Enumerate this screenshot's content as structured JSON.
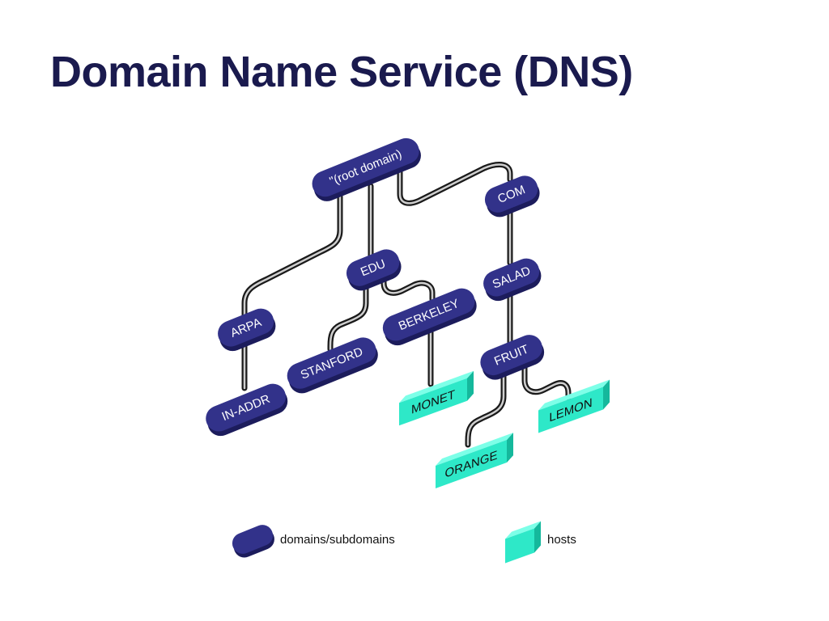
{
  "title": "Domain Name Service (DNS)",
  "colors": {
    "title": "#1a1a4e",
    "domain_fill": "#32328a",
    "domain_side": "#1c1c5c",
    "host_top": "#7dffe8",
    "host_front": "#2ee8c8",
    "host_side": "#15b89c",
    "link_outer": "#1a1a1a",
    "link_inner": "#cfcfcf"
  },
  "tree": {
    "root": "\"(root domain)",
    "arpa": "ARPA",
    "in_addr": "IN-ADDR",
    "edu": "EDU",
    "stanford": "STANFORD",
    "berkeley": "BERKELEY",
    "monet": "MONET",
    "com": "COM",
    "salad": "SALAD",
    "fruit": "FRUIT",
    "orange": "ORANGE",
    "lemon": "LEMON"
  },
  "legend": {
    "domains": "domains/subdomains",
    "hosts": "hosts"
  }
}
